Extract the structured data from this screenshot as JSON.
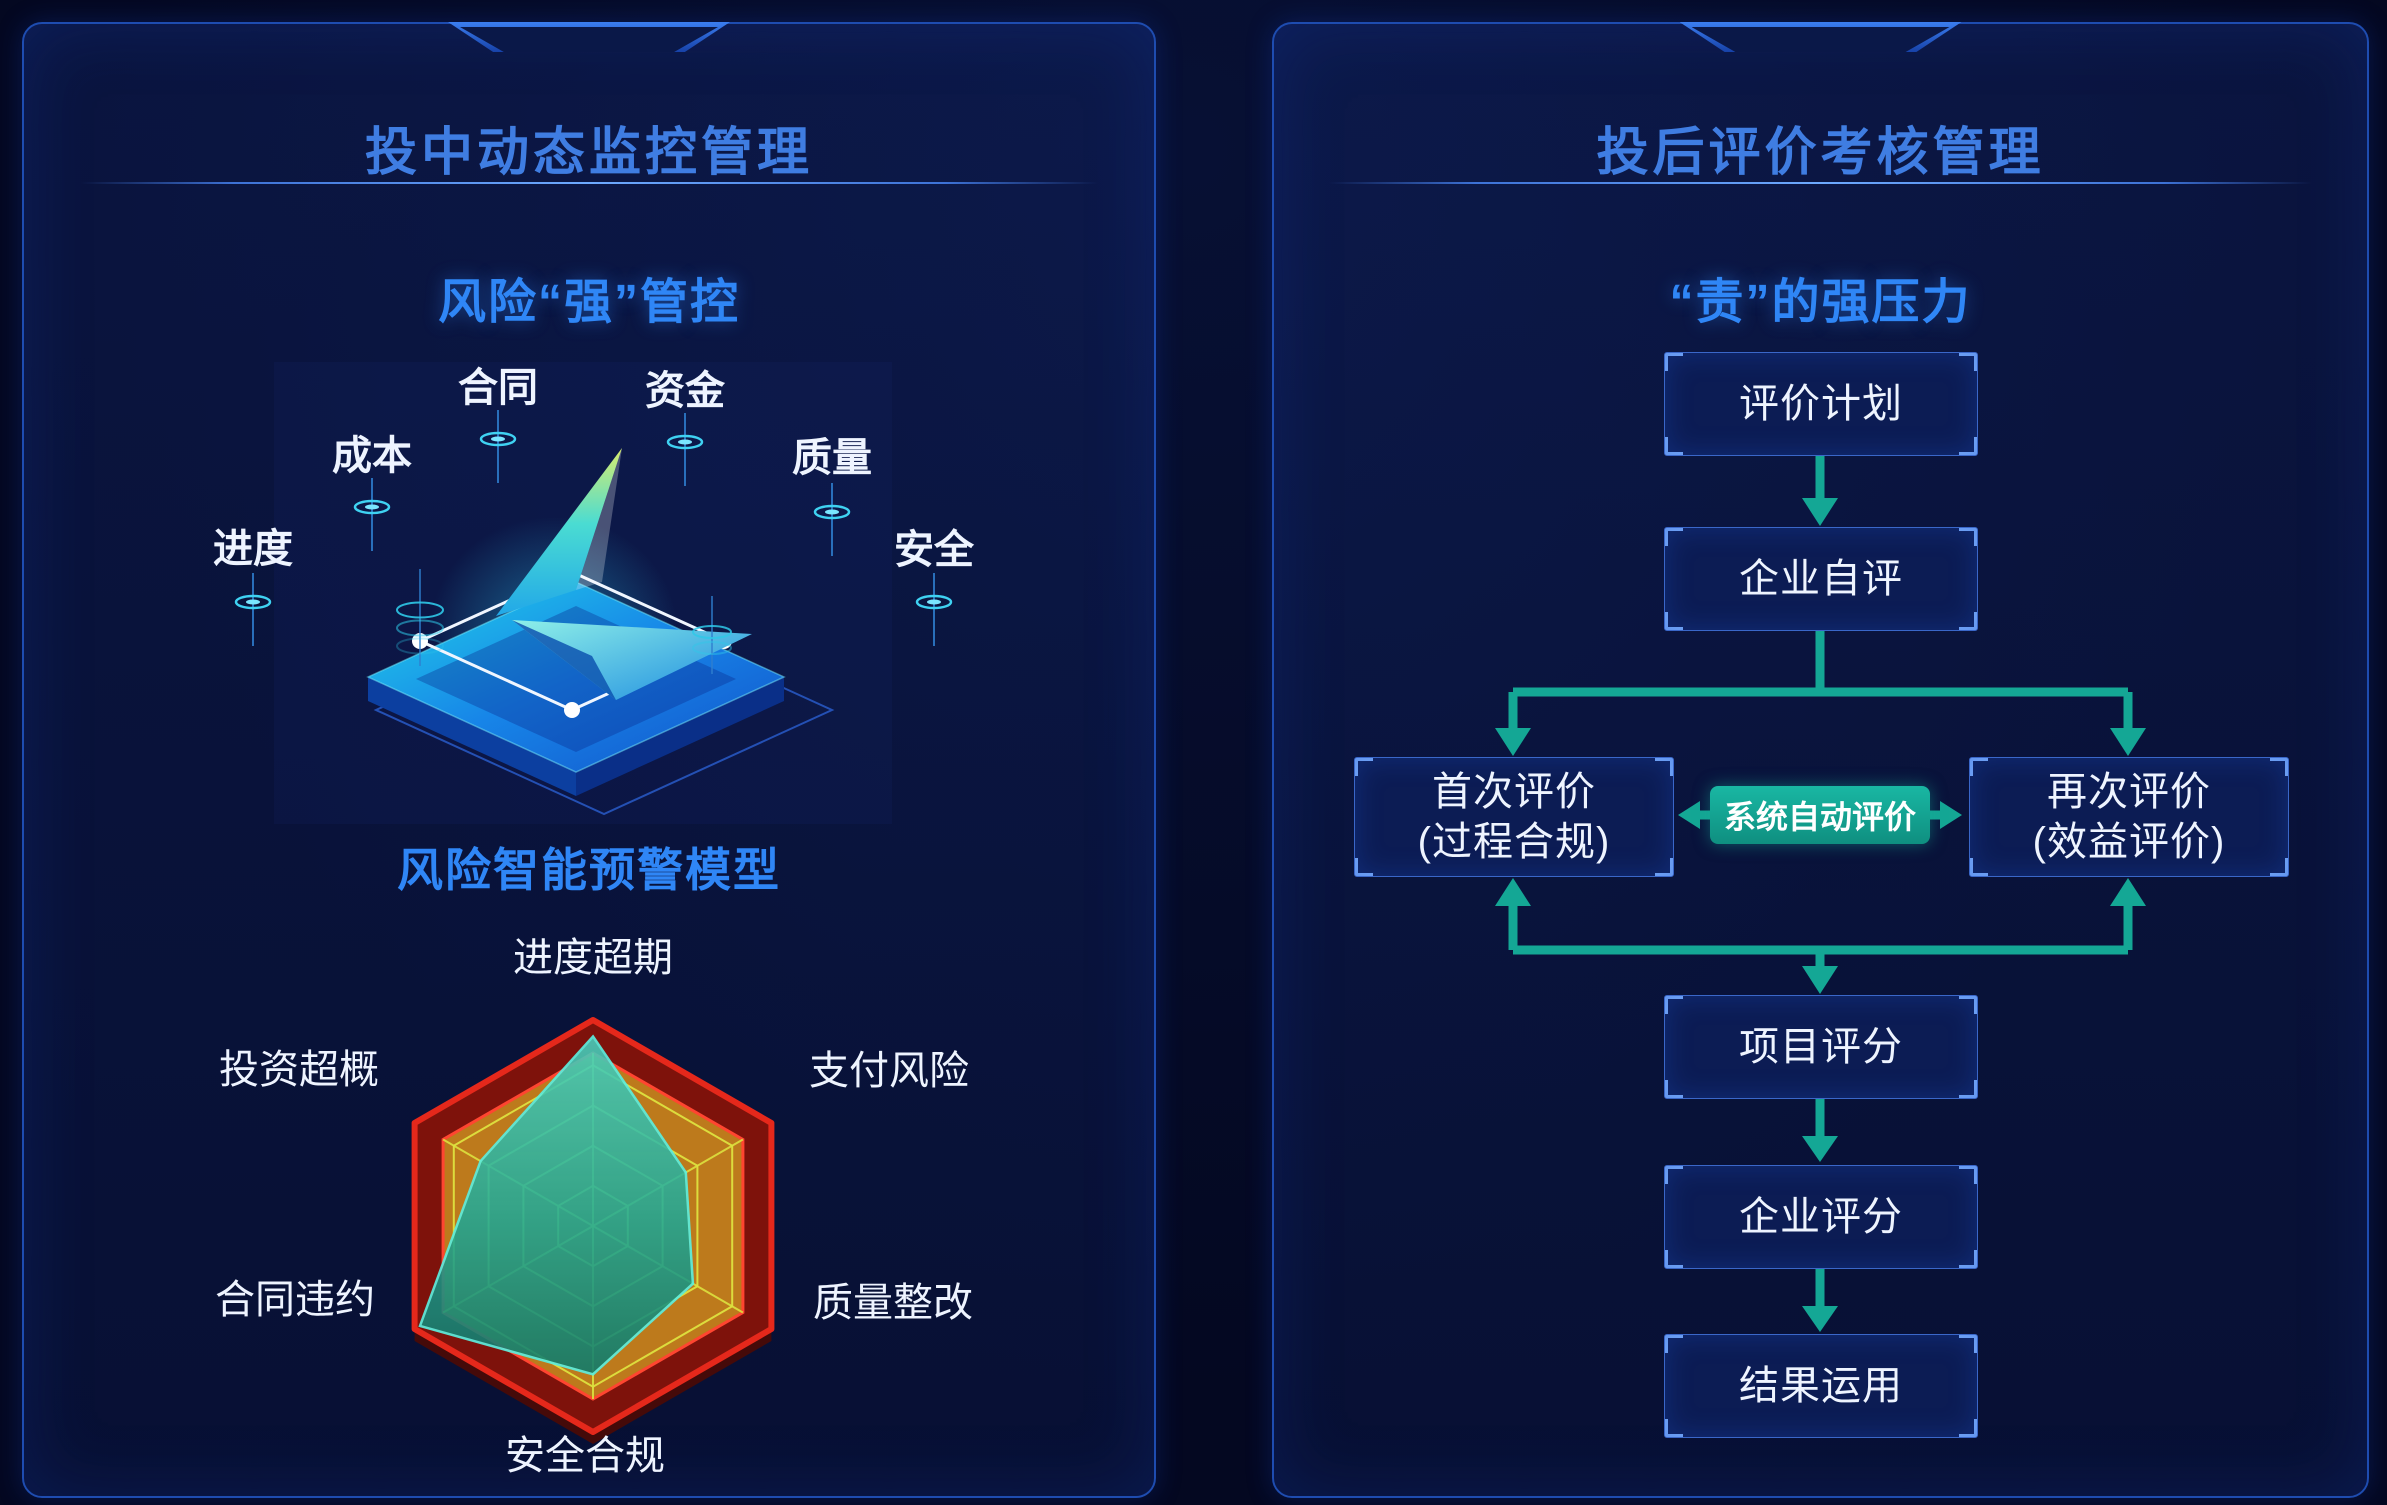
{
  "colors": {
    "background": "#040821",
    "panel_border": "#1e4cb0",
    "title_blue": "#3f7de2",
    "subtitle_blue": "#2f86f6",
    "teal": "#14a795",
    "box_bg": "#0c1c54",
    "box_border": "#3a67c9",
    "corner_accent": "#79aaf7",
    "text_light": "#eef4ff",
    "radar_red": "#e5281b",
    "radar_dark_red": "#7e120b",
    "radar_orange": "#bd7a1c",
    "radar_grid": "#dde23f",
    "radar_teal": "#1fb9a8"
  },
  "left_panel": {
    "title": "投中动态监控管理",
    "subtitle": "风险“强”管控",
    "risk_labels": [
      "合同",
      "资金",
      "成本",
      "质量",
      "进度",
      "安全"
    ]
  },
  "chart_data": {
    "type": "radar",
    "title": "风险智能预警模型",
    "categories": [
      "进度超期",
      "支付风险",
      "质量整改",
      "安全合规",
      "合同违约",
      "投资超概"
    ],
    "values": [
      92,
      52,
      56,
      72,
      97,
      63
    ],
    "max": 100,
    "grid": true,
    "legend": false,
    "style_note": "red outer band, orange field, yellow grid, teal data polygon"
  },
  "right_panel": {
    "title": "投后评价考核管理",
    "subtitle": "“责”的强压力",
    "flow": {
      "plan": "评价计划",
      "self_eval": "企业自评",
      "first_eval_line1": "首次评价",
      "first_eval_line2": "(过程合规)",
      "auto_eval": "系统自动评价",
      "second_eval_line1": "再次评价",
      "second_eval_line2": "(效益评价)",
      "project_score": "项目评分",
      "enterprise_score": "企业评分",
      "result_use": "结果运用"
    }
  }
}
